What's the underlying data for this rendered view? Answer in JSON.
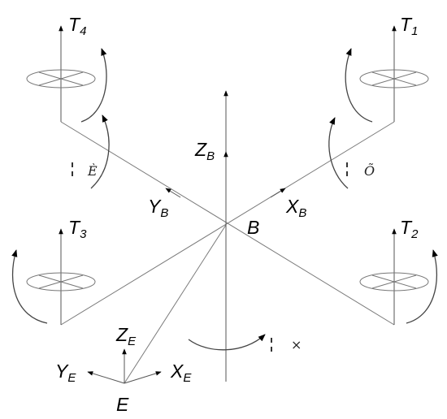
{
  "labels": {
    "t1": {
      "main": "T",
      "sub": "1"
    },
    "t2": {
      "main": "T",
      "sub": "2"
    },
    "t3": {
      "main": "T",
      "sub": "3"
    },
    "t4": {
      "main": "T",
      "sub": "4"
    },
    "zb": {
      "main": "Z",
      "sub": "B"
    },
    "yb": {
      "main": "Y",
      "sub": "B"
    },
    "xb": {
      "main": "X",
      "sub": "B"
    },
    "b": "B",
    "ze": {
      "main": "Z",
      "sub": "E"
    },
    "ye": {
      "main": "Y",
      "sub": "E"
    },
    "xe": {
      "main": "X",
      "sub": "E"
    },
    "e": "E"
  },
  "angles": {
    "roll": "È",
    "pitch": "Õ",
    "yaw": "×"
  }
}
